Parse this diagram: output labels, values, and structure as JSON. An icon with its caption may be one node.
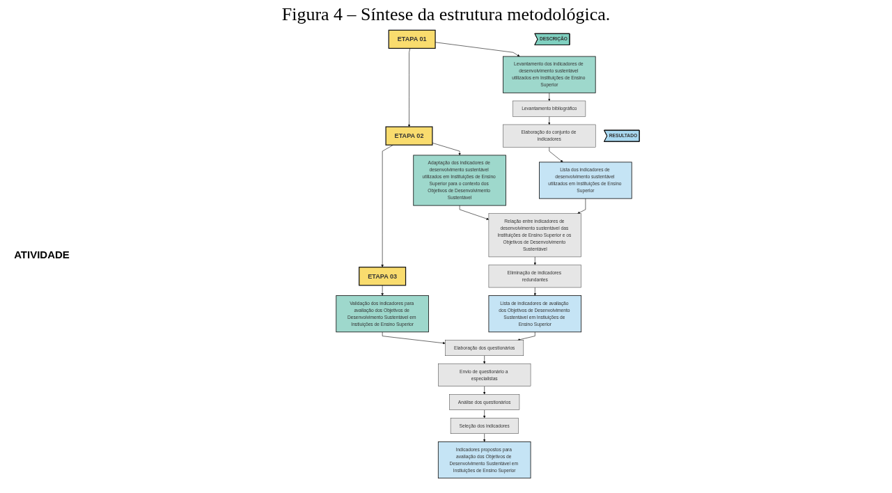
{
  "diagram": {
    "title": "Figura 4 – Síntese da estrutura metodológica.",
    "nodes": [
      {
        "text": [
          "ETAPA 01"
        ]
      },
      {
        "text": [
          "ETAPA 02"
        ]
      },
      {
        "text": [
          "ETAPA 03"
        ]
      },
      {
        "text": [
          "DESCRIÇÃO"
        ]
      },
      {
        "text": [
          "Levantamento dos indicadores de desenvolvimento sustentável utilizados em Instituições de Ensino Superior"
        ]
      },
      {
        "text": [
          "Adaptação dos indicadores de desenvolvimento sustentável utilizados em Instituições de Ensino Superior para o contexto dos Objetivos de Desenvolvimento Sustentável"
        ]
      },
      {
        "text": [
          "Validação dos indicadores para avaliação dos Objetivos de Desenvolvimento Sustentável em Instiuições de Ensino Superior"
        ]
      },
      {
        "text": [
          "Levantamento bibliográfico"
        ]
      },
      {
        "text": [
          "Elaboração do conjunto de indicadores"
        ]
      },
      {
        "text": [
          "Relação entre indicadores de desenvolvimento sustentável das Instituições de Ensino Superior e os Objetivos de Desenvolvimento Sustentável"
        ]
      },
      {
        "text": [
          "Eliminação de indicadores redundantes"
        ]
      },
      {
        "text": [
          "Elaboração dos questionários"
        ]
      },
      {
        "text": [
          "Envio de questionário a especialistas"
        ]
      },
      {
        "text": [
          "Análise dos questionários"
        ]
      },
      {
        "text": [
          "Seleção dos indicadores"
        ]
      },
      {
        "text": [
          "RESULTADO"
        ]
      },
      {
        "text": [
          "Lista dos indicadores de desenvolvimento sustentável utilizados em Instituições de Ensino Superior"
        ]
      },
      {
        "text": [
          "Lista de indicadores de avaliação dos Objetivos de Desenvolvimento Sustentável em Instiuições de Ensino Superior"
        ]
      },
      {
        "text": [
          "Indicadores propostos para avaliação dos Objetivos de Desenvolvimento Sustentável em Instiuições de Ensino Superior"
        ]
      }
    ],
    "edges": [
      {
        "from": 0,
        "to": 1,
        "arrow": "to"
      },
      {
        "from": 1,
        "to": 2,
        "arrow": "to"
      },
      {
        "from": 0,
        "to": 4,
        "arrow": "to"
      },
      {
        "from": 1,
        "to": 5,
        "arrow": "to"
      },
      {
        "from": 2,
        "to": 6,
        "arrow": "to"
      },
      {
        "from": 4,
        "to": 7,
        "arrow": "to"
      },
      {
        "from": 7,
        "to": 8,
        "arrow": "to"
      },
      {
        "from": 8,
        "to": 16,
        "arrow": "to"
      },
      {
        "from": 5,
        "to": 9,
        "arrow": "to"
      },
      {
        "from": 9,
        "to": 10,
        "arrow": "to"
      },
      {
        "from": 10,
        "to": 17,
        "arrow": "to"
      },
      {
        "from": 6,
        "to": 11,
        "arrow": "to"
      },
      {
        "from": 11,
        "to": 12,
        "arrow": "to"
      },
      {
        "from": 12,
        "to": 13,
        "arrow": "to"
      },
      {
        "from": 13,
        "to": 14,
        "arrow": "to"
      },
      {
        "from": 14,
        "to": 18,
        "arrow": "to"
      },
      {
        "from": 16,
        "to": 9,
        "arrow": "to"
      },
      {
        "from": 17,
        "to": 11,
        "arrow": "to"
      }
    ],
    "labels": [
      "ATIVIDADE"
    ]
  }
}
